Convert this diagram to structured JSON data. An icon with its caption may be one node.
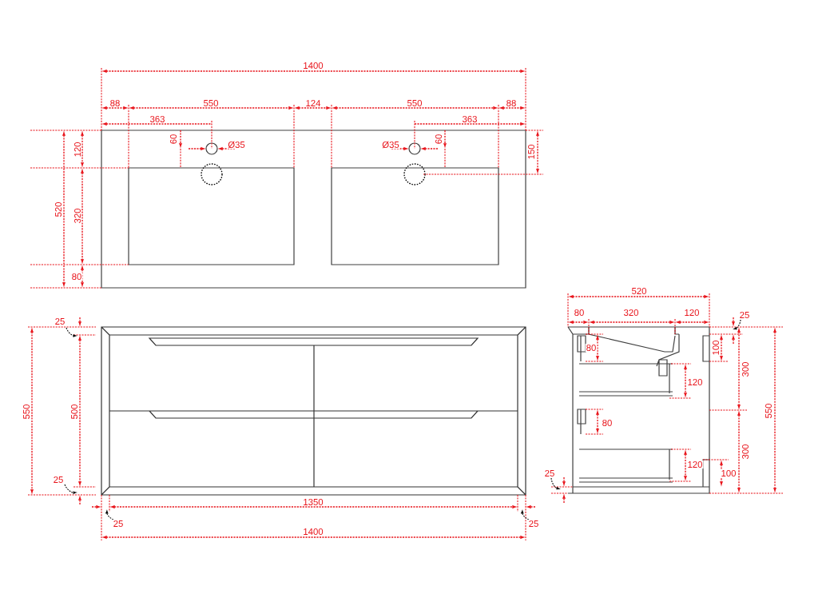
{
  "diagram": {
    "labels": [
      "1400",
      "88",
      "550",
      "124",
      "550",
      "88",
      "363",
      "363",
      "120",
      "60",
      "Ø35",
      "Ø35",
      "60",
      "150",
      "520",
      "320",
      "80",
      "25",
      "550",
      "500",
      "25",
      "1350",
      "25",
      "25",
      "1400",
      "520",
      "80",
      "320",
      "120",
      "25",
      "80",
      "100",
      "300",
      "120",
      "550",
      "80",
      "300",
      "120",
      "25",
      "100"
    ]
  }
}
